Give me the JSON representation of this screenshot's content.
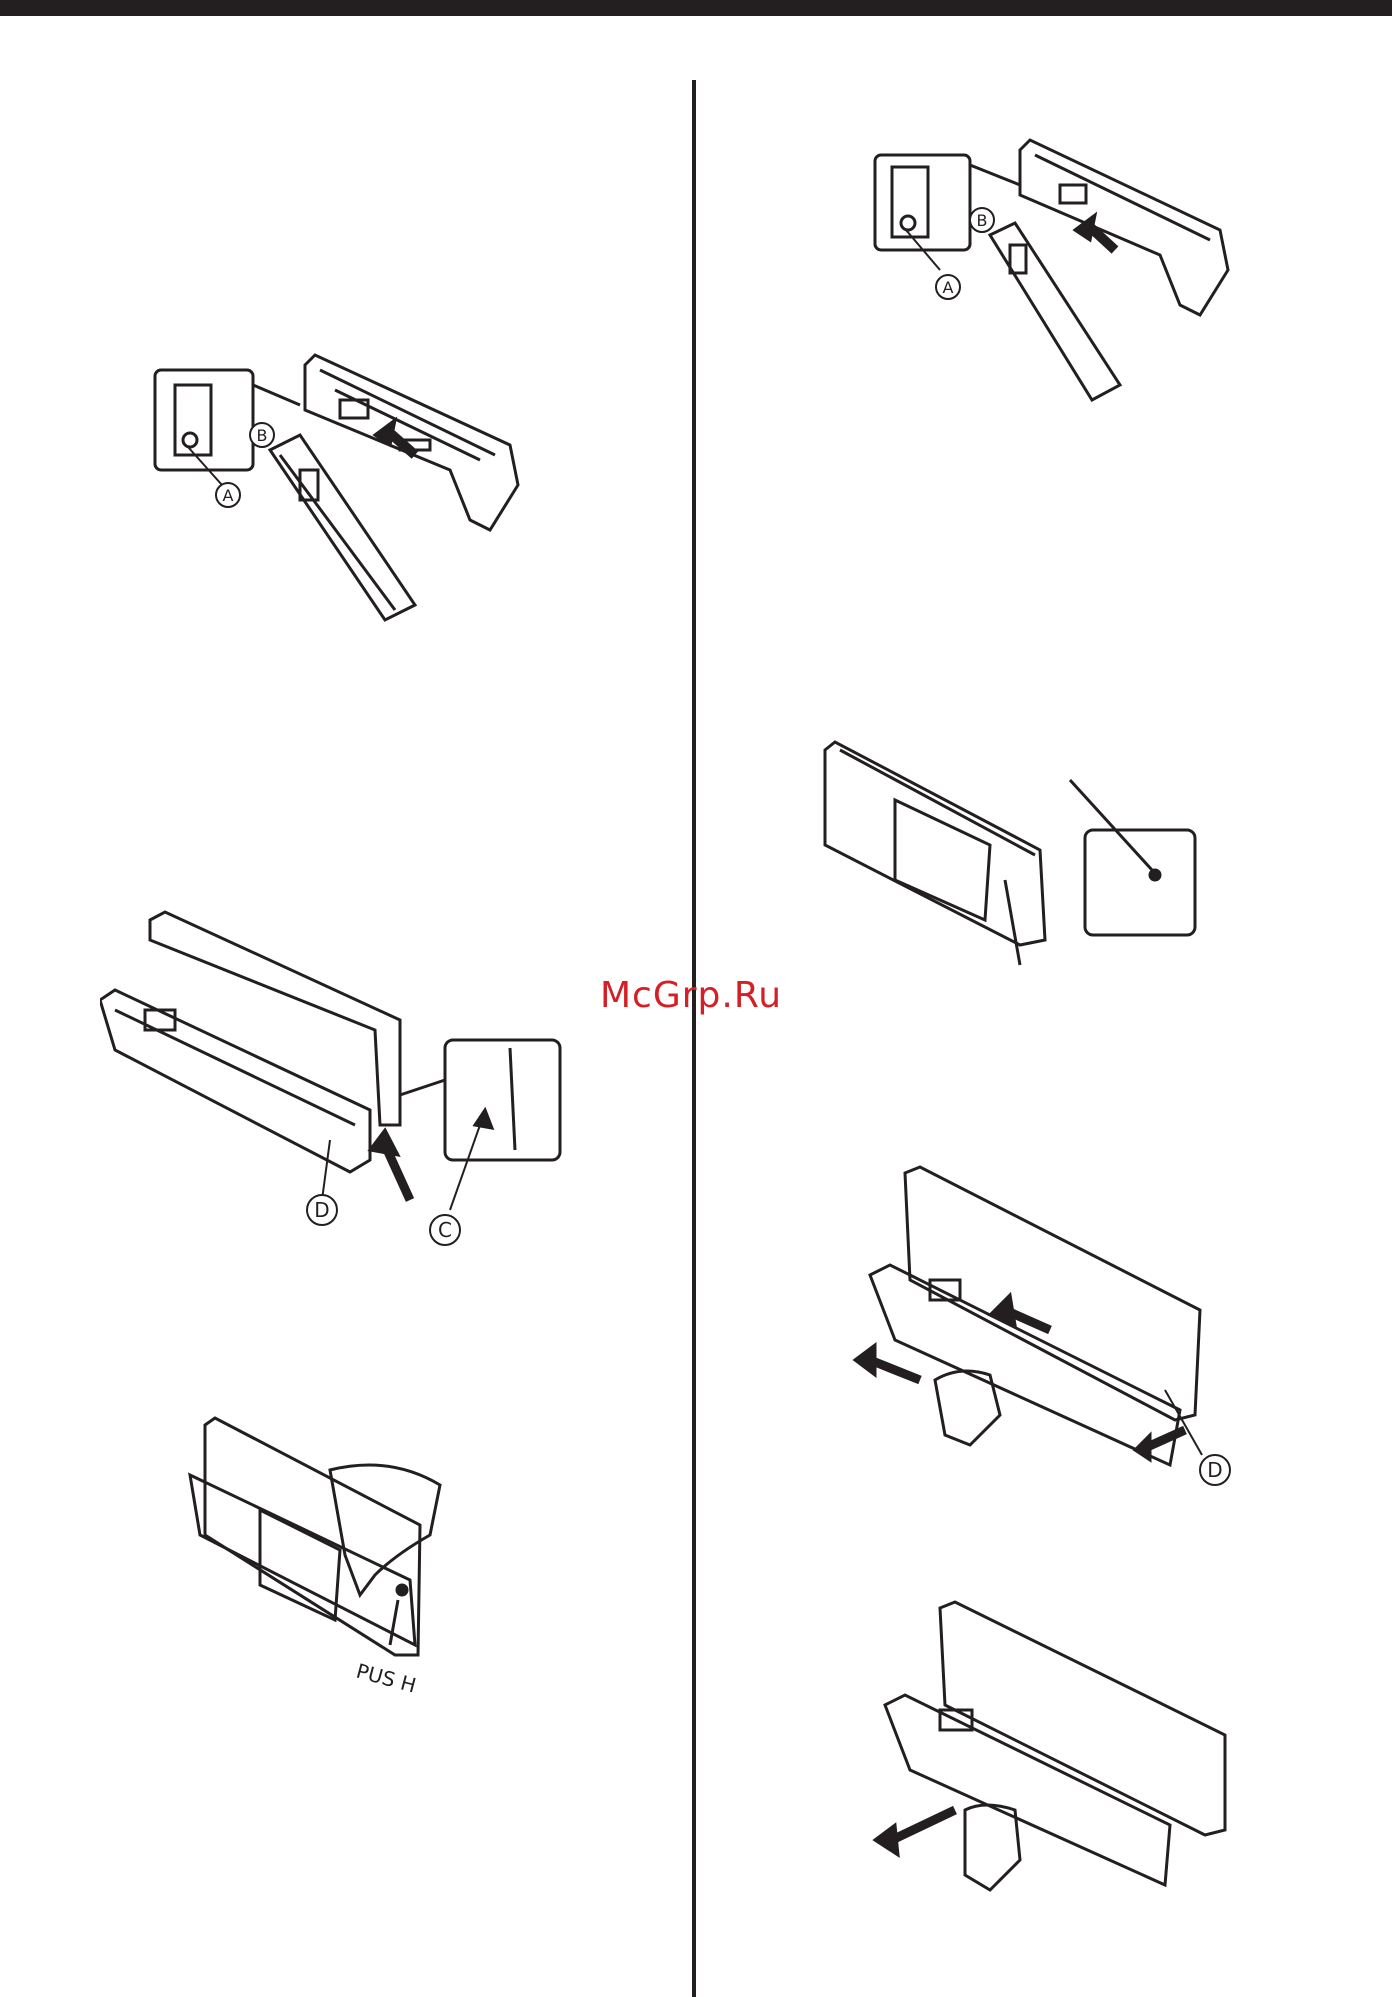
{
  "watermark": "McGrp.Ru",
  "labels": {
    "a": "A",
    "b": "B",
    "c": "C",
    "d": "D",
    "push": "PUS H"
  },
  "colors": {
    "ink": "#231f20",
    "watermark": "#d32027"
  }
}
